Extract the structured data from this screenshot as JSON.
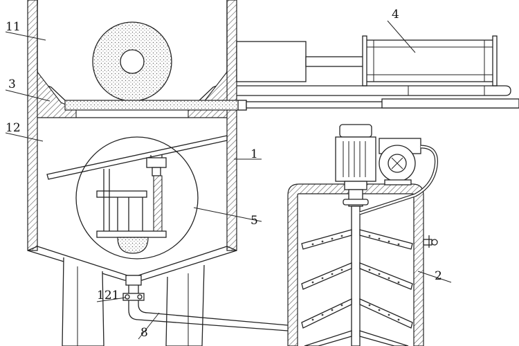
{
  "diagram": {
    "type": "patent-mechanical-drawing",
    "labels": {
      "n1": "1",
      "n2": "2",
      "n3": "3",
      "n4": "4",
      "n5": "5",
      "n8": "8",
      "n11": "11",
      "n12": "12",
      "n121": "121"
    }
  }
}
